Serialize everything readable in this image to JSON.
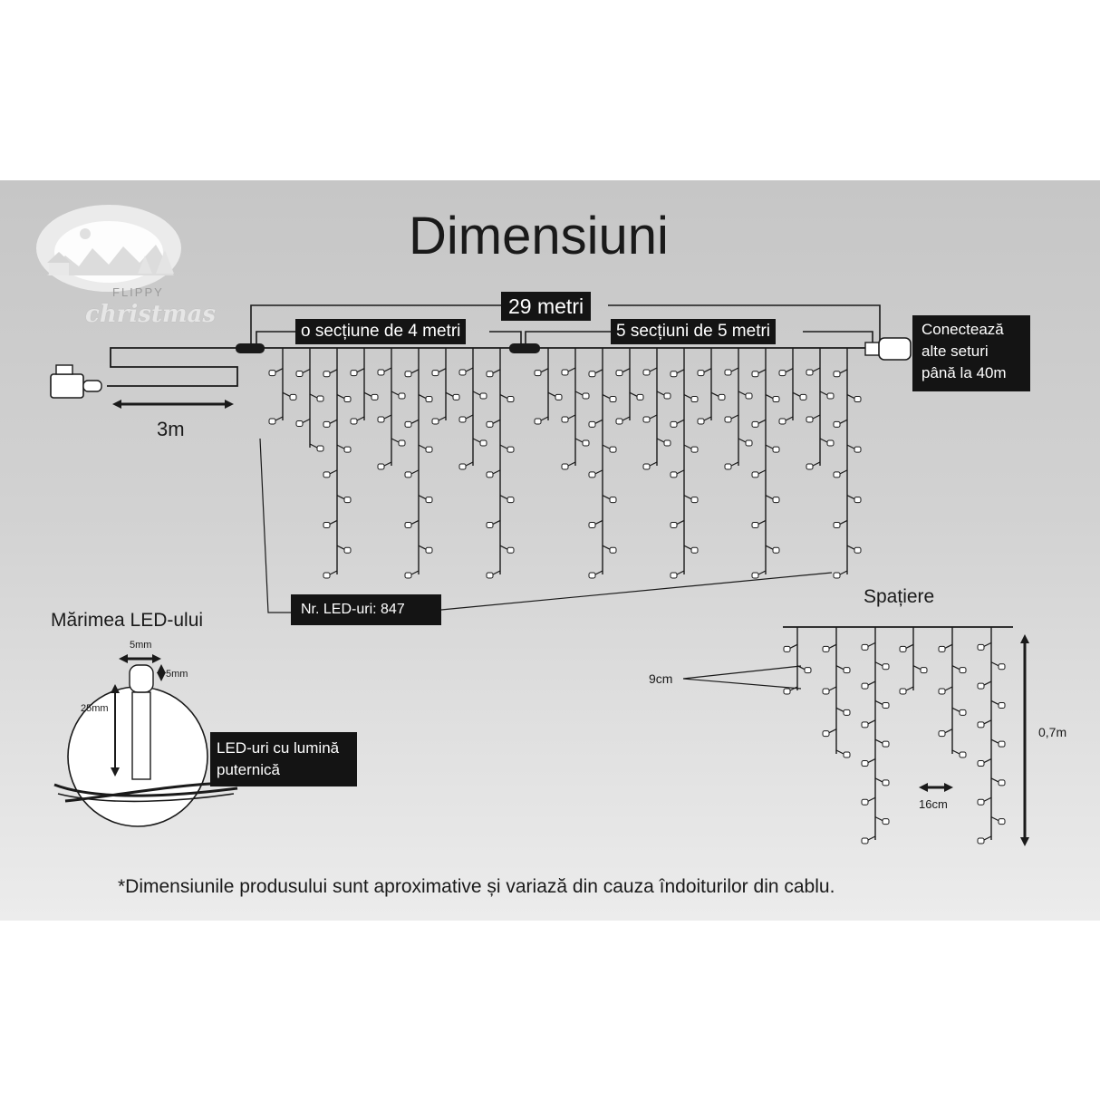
{
  "title": "Dimensiuni",
  "brand": {
    "line1": "FLIPPY",
    "line2": "christmas"
  },
  "main_diagram": {
    "total_length": "29 metri",
    "section_a": "o secțiune de 4 metri",
    "section_b": "5 secțiuni de 5 metri",
    "connect_note": [
      "Conectează",
      "alte seturi",
      "până la 40m"
    ],
    "lead_cable": "3m",
    "led_count": "Nr. LED-uri: 847"
  },
  "led_size": {
    "title": "Mărimea LED-ului",
    "width_label": "5mm",
    "head_label": "5mm",
    "height_label": "25mm",
    "caption": [
      "LED-uri cu lumină",
      "puternică"
    ]
  },
  "spacing": {
    "title": "Spațiere",
    "vertical_gap": "9cm",
    "horizontal_gap": "16cm",
    "drop_height": "0,7m"
  },
  "footnote": "*Dimensiunile produsului sunt aproximative și variază din cauza îndoiturilor din cablu.",
  "colors": {
    "panel_top": "#c6c6c6",
    "panel_bottom": "#ececec",
    "ink": "#1a1a1a",
    "box": "#141414",
    "led": "#ffffff"
  }
}
